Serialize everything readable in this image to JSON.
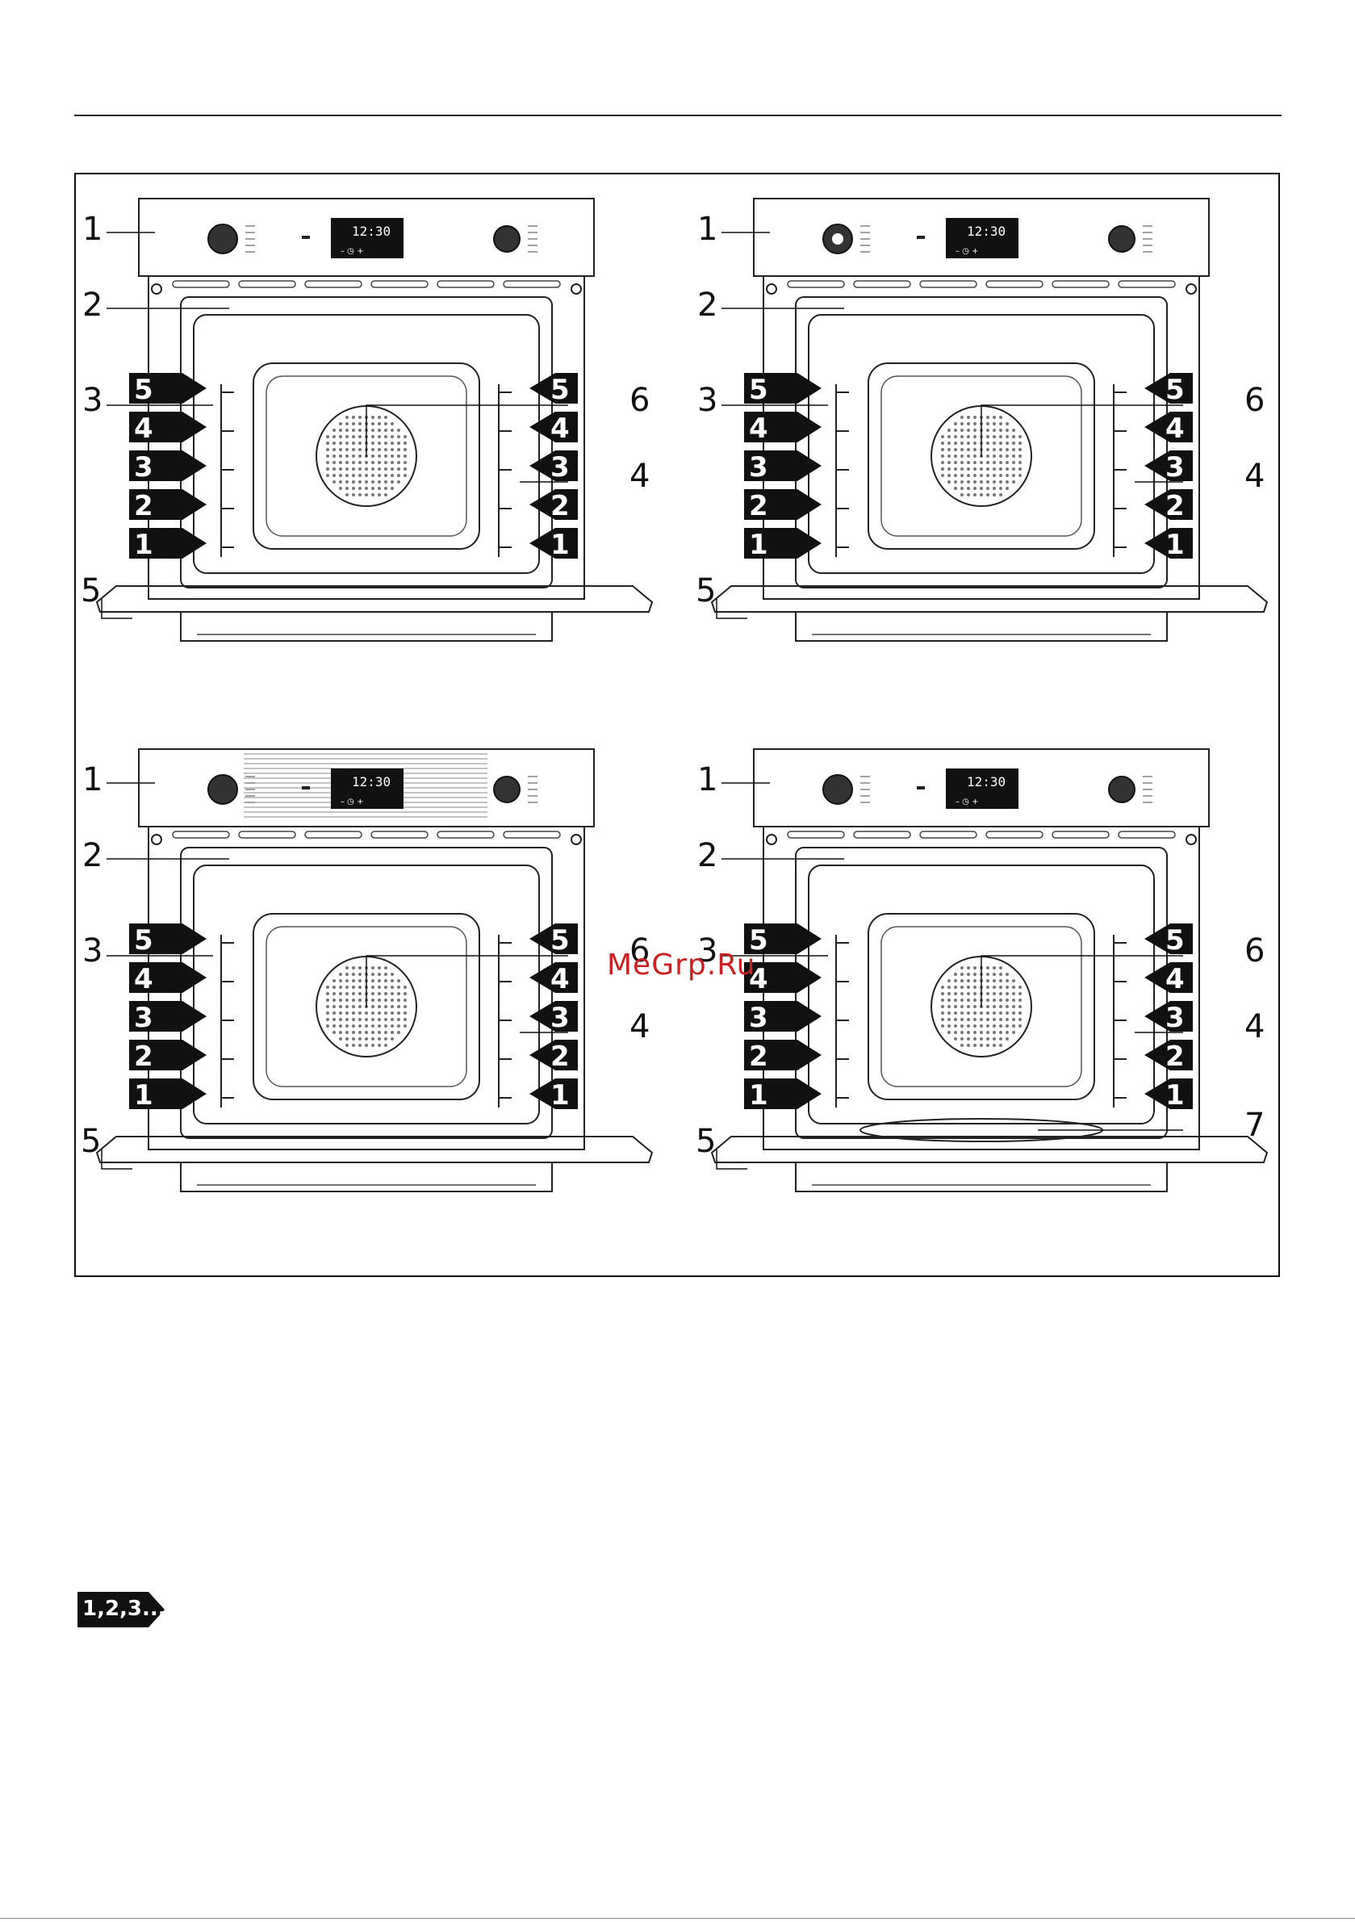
{
  "figure": {
    "panels": [
      {
        "id": "A",
        "display_time": "12:30",
        "variant": "two-knob-basic"
      },
      {
        "id": "B",
        "display_time": "12:30",
        "variant": "two-knob-dial-pointer"
      },
      {
        "id": "C",
        "display_time": "12:30",
        "variant": "two-knob-grille"
      },
      {
        "id": "D",
        "display_time": "12:30",
        "variant": "two-knob-with-drip-tray"
      }
    ],
    "callouts": {
      "c1": "1",
      "c2": "2",
      "c3": "3",
      "c4": "4",
      "c5": "5",
      "c6": "6",
      "c7": "7"
    },
    "shelf_levels": [
      "5",
      "4",
      "3",
      "2",
      "1"
    ]
  },
  "watermark": "MeGrp.Ru",
  "steps_badge": "1,2,3..."
}
